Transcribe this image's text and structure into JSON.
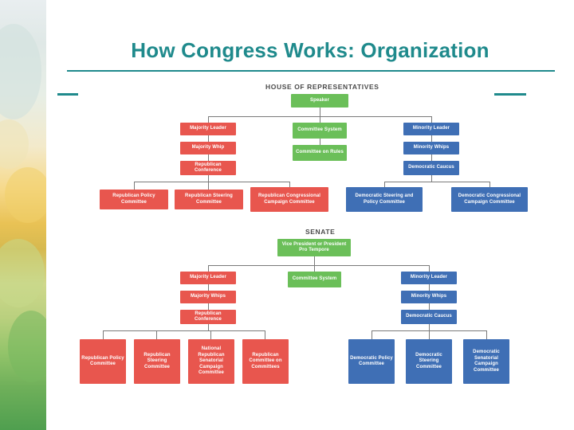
{
  "slide": {
    "title": "How Congress Works: Organization"
  },
  "chart_data": {
    "type": "diagram",
    "title": "How Congress Works: Organization",
    "sections": [
      {
        "label": "HOUSE OF REPRESENTATIVES",
        "nodes": [
          {
            "text": "Speaker",
            "color": "green"
          },
          {
            "text": "Majority Leader",
            "color": "red"
          },
          {
            "text": "Majority Whip",
            "color": "red"
          },
          {
            "text": "Republican Conference",
            "color": "red"
          },
          {
            "text": "Committee System",
            "color": "green"
          },
          {
            "text": "Committee on Rules",
            "color": "green"
          },
          {
            "text": "Minority Leader",
            "color": "blue"
          },
          {
            "text": "Minority Whips",
            "color": "blue"
          },
          {
            "text": "Democratic Caucus",
            "color": "blue"
          },
          {
            "text": "Republican Policy Committee",
            "color": "red"
          },
          {
            "text": "Republican Steering Committee",
            "color": "red"
          },
          {
            "text": "Republican Congressional Campaign Committee",
            "color": "red"
          },
          {
            "text": "Democratic Steering and Policy Committee",
            "color": "blue"
          },
          {
            "text": "Democratic Congressional Campaign Committee",
            "color": "blue"
          }
        ]
      },
      {
        "label": "SENATE",
        "nodes": [
          {
            "text": "Vice President or President Pro Tempore",
            "color": "green"
          },
          {
            "text": "Majority Leader",
            "color": "red"
          },
          {
            "text": "Majority Whips",
            "color": "red"
          },
          {
            "text": "Republican Conference",
            "color": "red"
          },
          {
            "text": "Committee System",
            "color": "green"
          },
          {
            "text": "Minority Leader",
            "color": "blue"
          },
          {
            "text": "Minority Whips",
            "color": "blue"
          },
          {
            "text": "Democratic Caucus",
            "color": "blue"
          },
          {
            "text": "Republican Policy Committee",
            "color": "red"
          },
          {
            "text": "Republican Steering Committee",
            "color": "red"
          },
          {
            "text": "National Republican Senatorial Campaign Committee",
            "color": "red"
          },
          {
            "text": "Republican Committee on Committees",
            "color": "red"
          },
          {
            "text": "Democratic Policy Committee",
            "color": "blue"
          },
          {
            "text": "Democratic Steering Committee",
            "color": "blue"
          },
          {
            "text": "Democratic Senatorial Campaign Committee",
            "color": "blue"
          }
        ]
      }
    ],
    "colors": {
      "republican": "#e8564e",
      "neutral": "#6bbf59",
      "democratic": "#3f6fb5",
      "title": "#1f8a8c",
      "connector": "#7a7a7a"
    }
  }
}
